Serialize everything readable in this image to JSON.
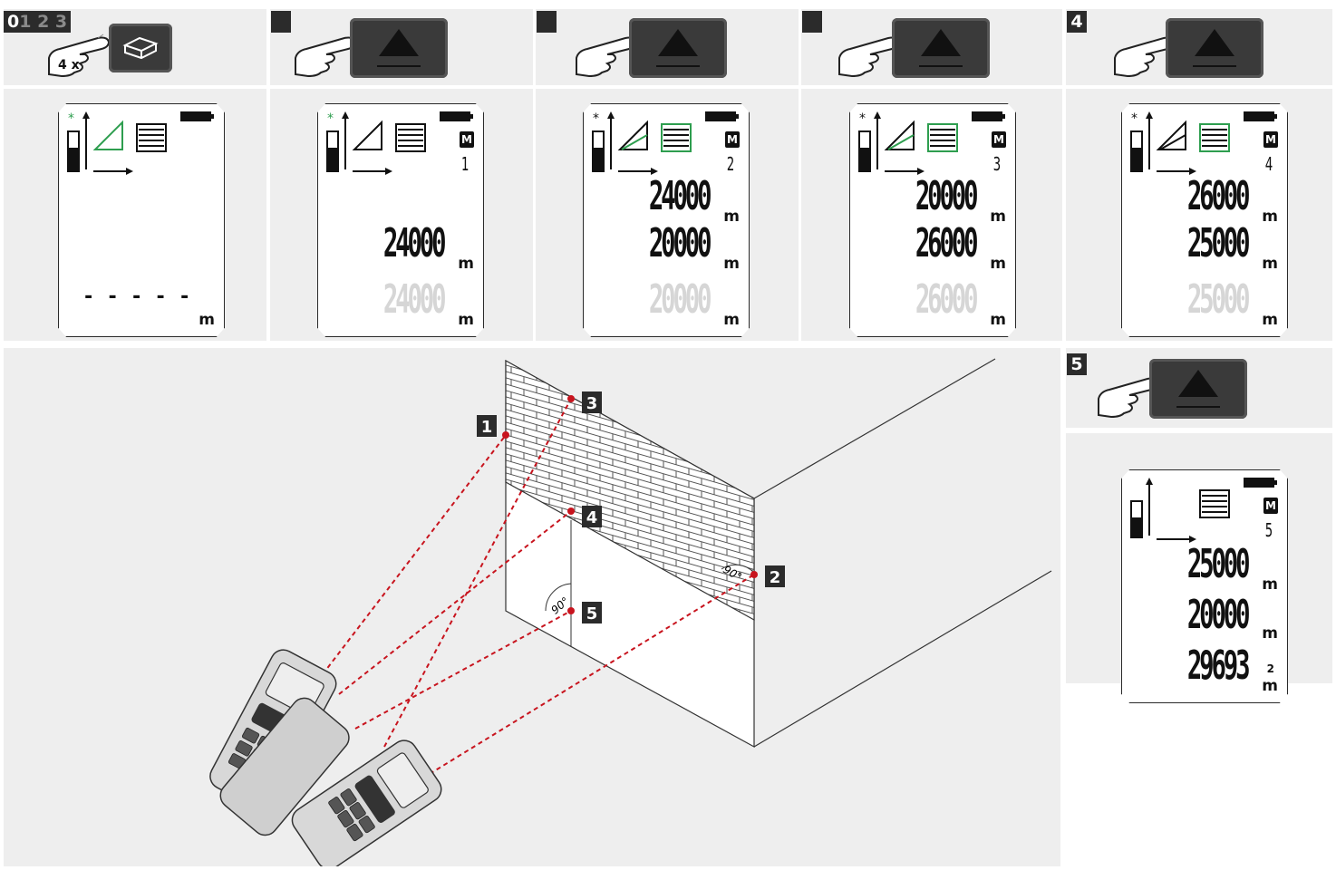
{
  "colors": {
    "panel_bg": "#eeeeee",
    "laser_red": "#c8141e",
    "lcd_green": "#2e9e4f",
    "badge_bg": "#2b2b2b"
  },
  "top_steps": [
    {
      "badge_main": "0",
      "badge_faded": "1 2 3",
      "key_icon": "area-function-icon",
      "press_count": "4 x",
      "lcd": {
        "lines": [],
        "dashes": "- - - - -",
        "unit": "m",
        "mem_index": ""
      }
    },
    {
      "badge_main": "",
      "badge_faded": "",
      "key_icon": "measure-triangle-icon",
      "press_count": "",
      "lcd": {
        "lines": [
          "24000"
        ],
        "ghost": "24000",
        "units": [
          "m"
        ],
        "ghost_unit": "m",
        "mem_index": "1"
      }
    },
    {
      "badge_main": "",
      "badge_faded": "",
      "key_icon": "measure-triangle-icon",
      "press_count": "",
      "lcd": {
        "lines": [
          "24000",
          "20000"
        ],
        "ghost": "20000",
        "units": [
          "m",
          "m"
        ],
        "ghost_unit": "m",
        "mem_index": "2"
      }
    },
    {
      "badge_main": "",
      "badge_faded": "",
      "key_icon": "measure-triangle-icon",
      "press_count": "",
      "lcd": {
        "lines": [
          "20000",
          "26000"
        ],
        "ghost": "26000",
        "units": [
          "m",
          "m"
        ],
        "ghost_unit": "m",
        "mem_index": "3"
      }
    },
    {
      "badge_main": "4",
      "badge_faded": "",
      "key_icon": "measure-triangle-icon",
      "press_count": "",
      "lcd": {
        "lines": [
          "26000",
          "25000"
        ],
        "ghost": "25000",
        "units": [
          "m",
          "m"
        ],
        "ghost_unit": "m",
        "mem_index": "4"
      }
    }
  ],
  "step5": {
    "badge": "5",
    "lcd": {
      "lines": [
        "25000",
        "20000",
        "29693"
      ],
      "units": [
        "m",
        "m",
        "m²"
      ],
      "mem_index": "5",
      "unit_sq_top": "2",
      "unit_sq_bottom": "m"
    }
  },
  "diagram": {
    "points": [
      "1",
      "2",
      "3",
      "4",
      "5"
    ],
    "angle_labels": [
      "90°",
      "90°"
    ]
  },
  "memory_badge": "M"
}
